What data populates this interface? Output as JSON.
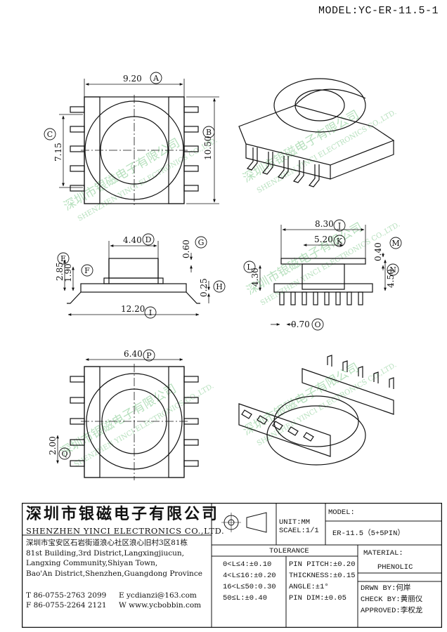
{
  "model_label": "MODEL:YC-ER-11.5-1",
  "watermark": {
    "cn": "深圳市银磁电子有限公司",
    "en": "SHENZHEN YINCI ELECTRONICS CO.,LTD."
  },
  "dims": {
    "a": "9.20",
    "b": "10.50",
    "c": "7.15",
    "d": "4.40",
    "e": "2.85",
    "f": "1.90",
    "g": "0.60",
    "h": "0.25",
    "i": "12.20",
    "j": "8.30",
    "k": "5.20",
    "l": "4.30",
    "m": "0.40",
    "n": "4.50",
    "o": "0.70",
    "p": "6.40",
    "q": "2.00"
  },
  "circles": {
    "a": "A",
    "b": "B",
    "c": "C",
    "d": "D",
    "e": "E",
    "f": "F",
    "g": "G",
    "h": "H",
    "i": "I",
    "j": "J",
    "k": "K",
    "l": "L",
    "m": "M",
    "n": "N",
    "o": "O",
    "p": "P",
    "q": "Q"
  },
  "title_block": {
    "company_cn": "深圳市银磁电子有限公司",
    "company_en": "SHENZHEN YINCI ELECTRONICS CO.,LTD.",
    "address": [
      "深圳市宝安区石岩街道浪心社区浪心旧村3区81栋",
      "81st Building,3rd District,Langxingjiucun,",
      "Langxing Community,Shiyan Town,",
      "Bao'An District,Shenzhen,Guangdong Province"
    ],
    "tel": "T 86-0755-2763 2099",
    "fax": "F 86-0755-2264 2121",
    "email": "E ycdianzi@163.com",
    "web": "W www.ycbobbin.com",
    "unit": "UNIT:MM",
    "scale": "SCAEL:1/1",
    "model_hdr": "MODEL:",
    "model_val": "ER-11.5（5+5PIN）",
    "tolerance_hdr": "TOLERANCE",
    "tolerances": [
      "0<L≤4:±0.10",
      "4<L≤16:±0.20",
      "16<L≤50:0.30",
      "50≤L:±0.40"
    ],
    "pin_specs": [
      "PIN PITCH:±0.20",
      "THICKNESS:±0.15",
      "ANGLE:±1°",
      "PIN DIM:±0.05"
    ],
    "material_hdr": "MATERIAL:",
    "material_val": "PHENOLIC",
    "drawn": "DRWN BY:何岸",
    "check": "CHECK BY:黄丽仪",
    "approved": "APPROVED:李权龙"
  }
}
